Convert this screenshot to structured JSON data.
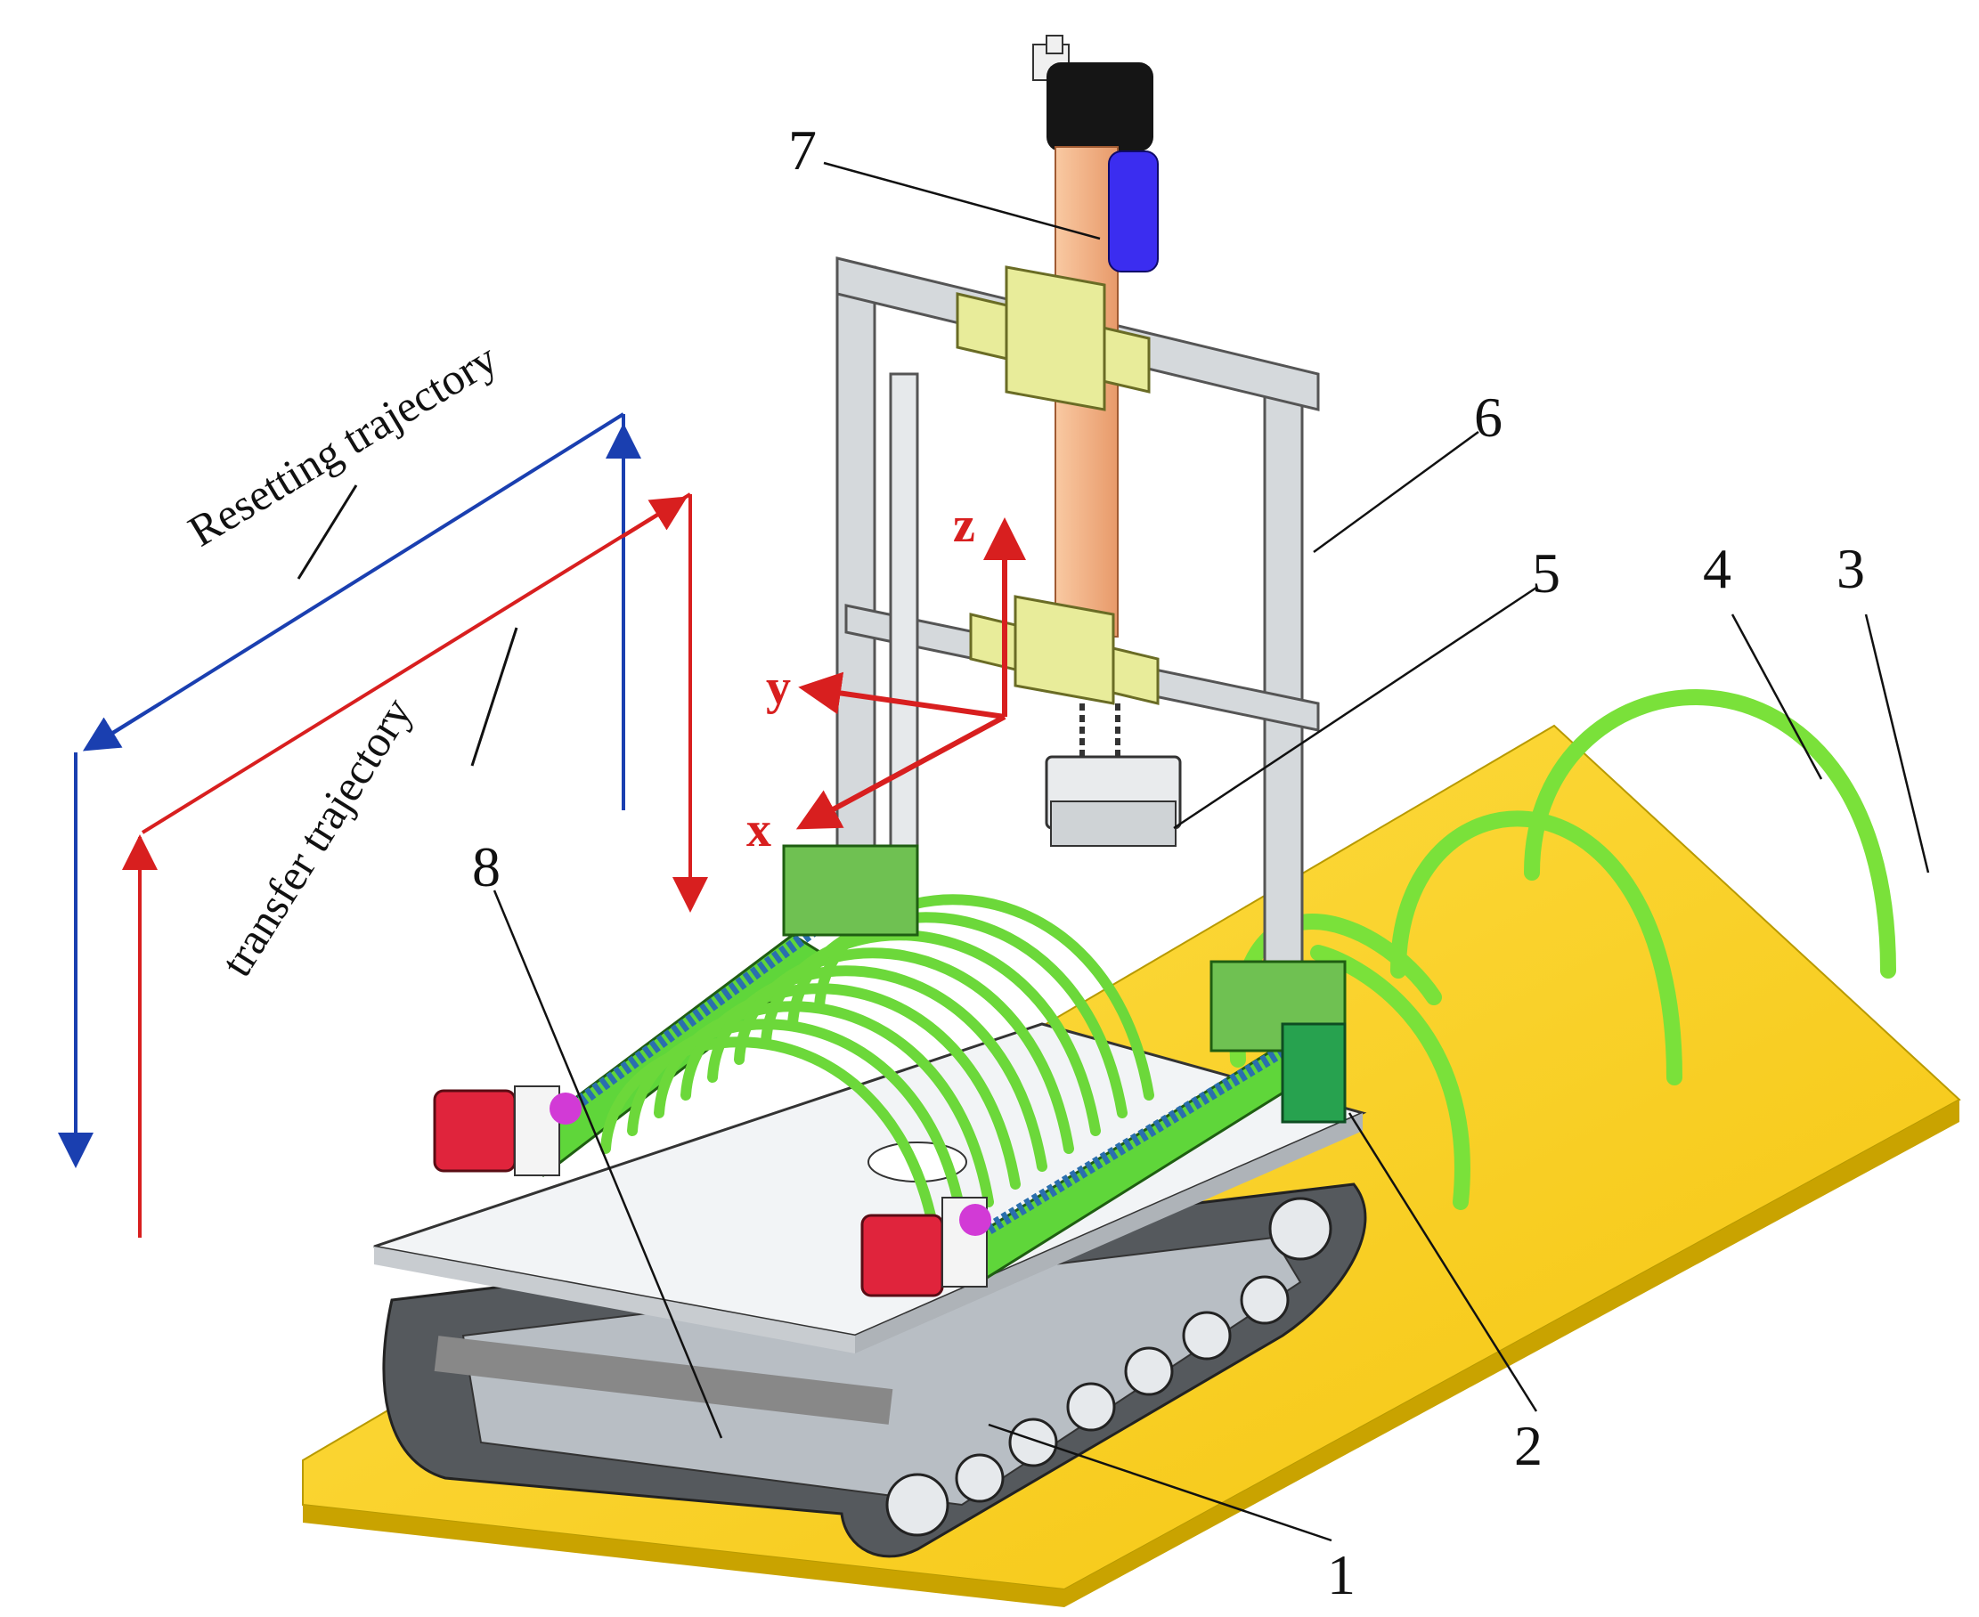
{
  "labels": {
    "part_1": "1",
    "part_2": "2",
    "part_3": "3",
    "part_4": "4",
    "part_5": "5",
    "part_6": "6",
    "part_7": "7",
    "part_8": "8"
  },
  "trajectory": {
    "resetting": "Resetting trajectory",
    "transfer": "transfer trajectory",
    "resetting_color": "#1a3fb0",
    "transfer_color": "#d81f1f"
  },
  "axes": {
    "x": "x",
    "y": "y",
    "z": "z"
  },
  "colors": {
    "ground": "#ffd21f",
    "arch": "#7ae13a",
    "frame": "#cfd3d6",
    "plate": "#e8ec9a",
    "actuator": "#f5b58a",
    "actuator_side": "#3b2df0",
    "motor": "#e0243c",
    "track": "#5a5f63"
  }
}
